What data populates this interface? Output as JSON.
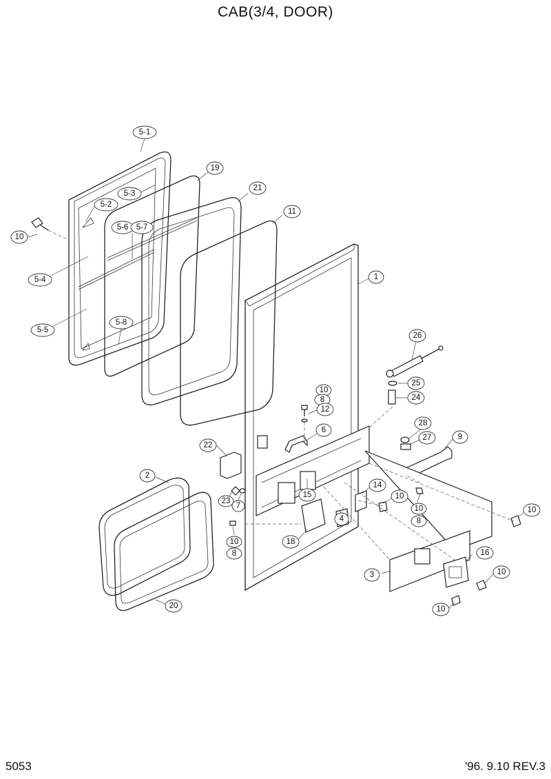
{
  "title": "CAB(3/4, DOOR)",
  "page_number": "5053",
  "revision": "'96. 9.10  REV.3",
  "callouts": [
    "5-1",
    "19",
    "5-3",
    "21",
    "5-2",
    "11",
    "10",
    "5-6",
    "5-7",
    "5-4",
    "1",
    "5-5",
    "5-8",
    "26",
    "10",
    "25",
    "8",
    "24",
    "12",
    "28",
    "6",
    "9",
    "27",
    "22",
    "2",
    "14",
    "10",
    "15",
    "23",
    "7",
    "4",
    "10",
    "10",
    "8",
    "18",
    "10",
    "8",
    "16",
    "3",
    "10",
    "10",
    "20"
  ]
}
